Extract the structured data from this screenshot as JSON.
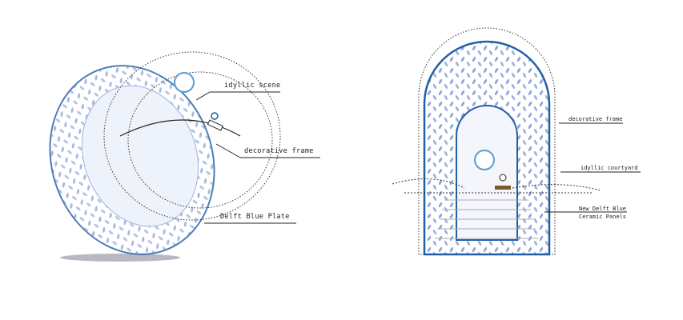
{
  "left_diagram": {
    "labels": {
      "scene": "idyllic scene",
      "frame": "decorative frame",
      "plate": "Delft Blue Plate"
    }
  },
  "right_diagram": {
    "labels": {
      "frame": "decorative frame",
      "courtyard": "idyllic courtyard",
      "panels_line1": "New Delft Blue",
      "panels_line2": "Ceramic Panels"
    }
  },
  "colors": {
    "delft_blue": "#1f5fa8",
    "pattern": "#8fa6d6",
    "ink": "#222222"
  }
}
